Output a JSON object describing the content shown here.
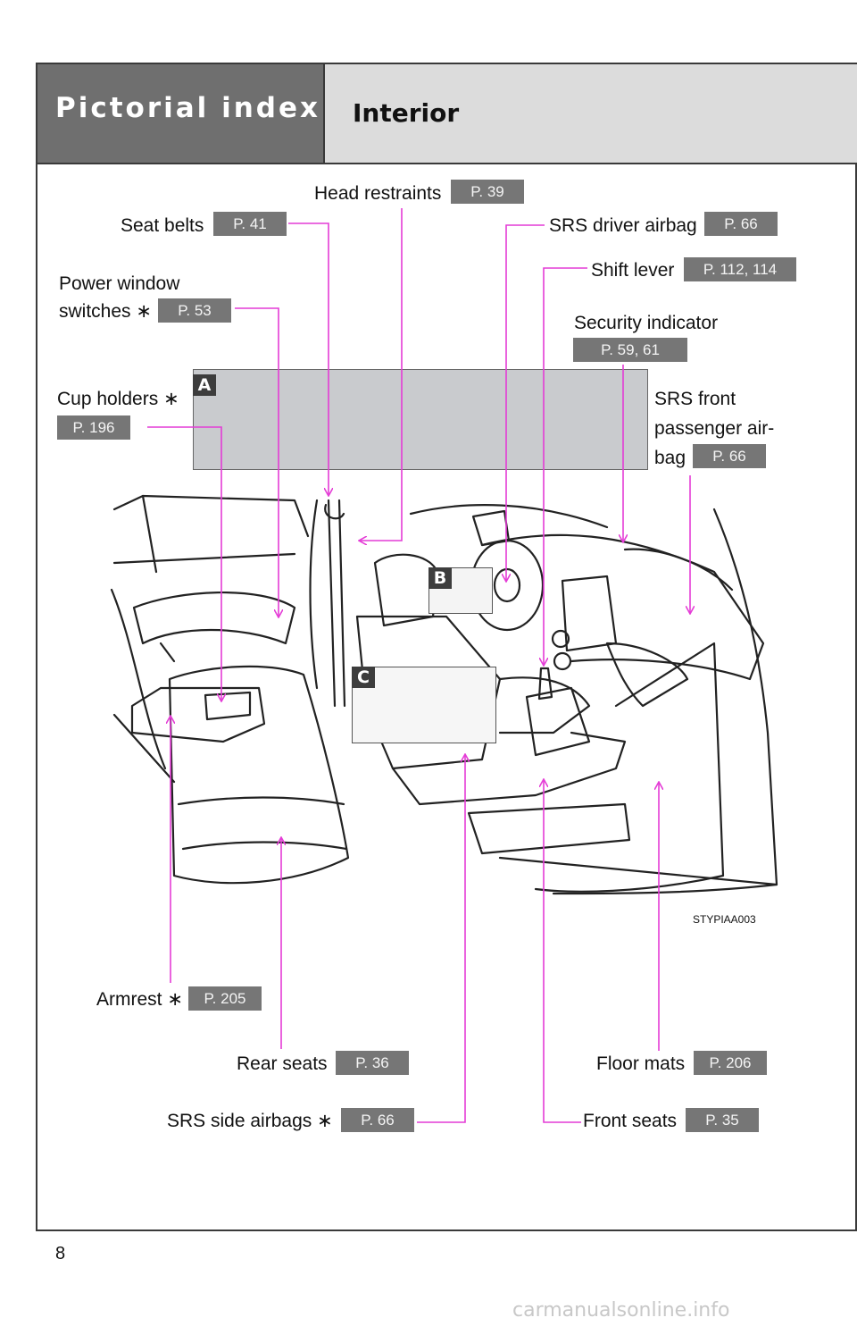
{
  "header": {
    "section": "Pictorial index",
    "title": "Interior"
  },
  "labels": {
    "head_restraints": {
      "text": "Head restraints",
      "page": "P. 39"
    },
    "seat_belts": {
      "text": "Seat belts",
      "page": "P. 41"
    },
    "srs_driver_airbag": {
      "text": "SRS driver airbag",
      "page": "P. 66"
    },
    "shift_lever": {
      "text": "Shift lever",
      "page": "P. 112, 114"
    },
    "power_window": {
      "line1": "Power window",
      "line2": "switches",
      "star": "∗",
      "page": "P. 53"
    },
    "security_indicator": {
      "text": "Security indicator",
      "page": "P. 59, 61"
    },
    "cup_holders": {
      "text": "Cup holders",
      "star": "∗",
      "page": "P. 196"
    },
    "srs_front_passenger": {
      "line1": "SRS front",
      "line2": "passenger air-",
      "line3": "bag",
      "page": "P. 66"
    },
    "armrest": {
      "text": "Armrest",
      "star": "∗",
      "page": "P. 205"
    },
    "rear_seats": {
      "text": "Rear seats",
      "page": "P. 36"
    },
    "srs_side_airbags": {
      "text": "SRS side airbags",
      "star": "∗",
      "page": "P. 66"
    },
    "floor_mats": {
      "text": "Floor mats",
      "page": "P. 206"
    },
    "front_seats": {
      "text": "Front seats",
      "page": "P. 35"
    }
  },
  "insets": {
    "a": "A",
    "b": "B",
    "c": "C"
  },
  "figure_code": "STYPIAA003",
  "page_number": "8",
  "watermark": "carmanualsonline.info",
  "colors": {
    "leader": "#e43cd6",
    "badge": "#767676",
    "header_dark": "#6f6f6f",
    "header_light": "#dcdcdc",
    "panel": "#c9cbce"
  }
}
